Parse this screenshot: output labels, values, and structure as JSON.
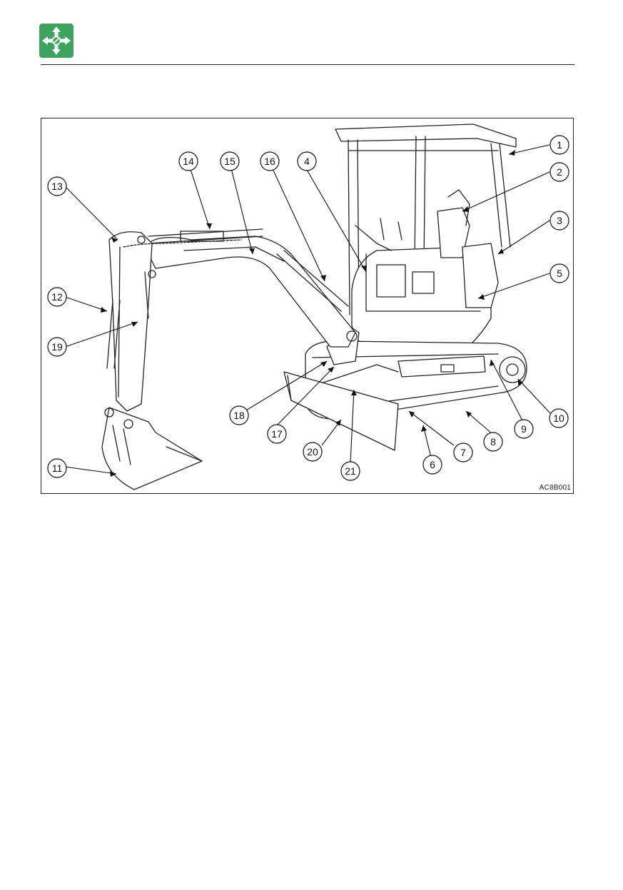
{
  "header": {
    "icon": "four-way-arrows-icon",
    "icon_color": "#3fa25e"
  },
  "figure": {
    "code": "AC8B001",
    "callouts": [
      "1",
      "2",
      "3",
      "4",
      "5",
      "6",
      "7",
      "8",
      "9",
      "10",
      "11",
      "12",
      "13",
      "14",
      "15",
      "16",
      "17",
      "18",
      "19",
      "20",
      "21"
    ]
  }
}
